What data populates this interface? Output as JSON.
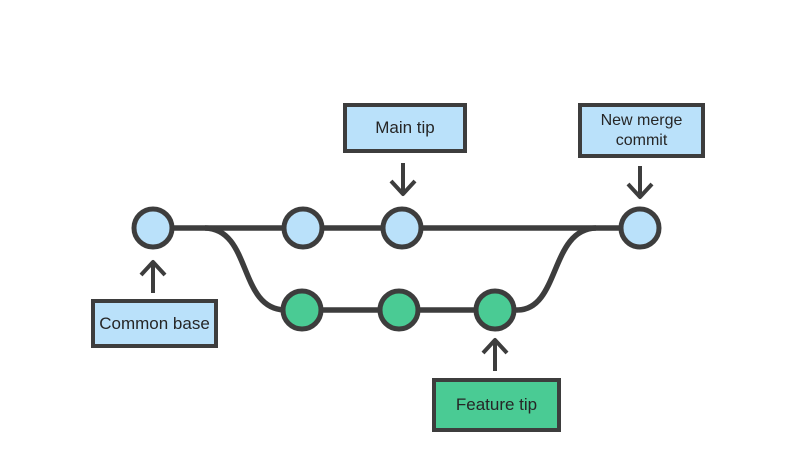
{
  "colors": {
    "blue": "#bae1fa",
    "green": "#4acb94",
    "outline": "#3d3d3d",
    "text": "#262626",
    "background": "#ffffff"
  },
  "annotations": [
    {
      "label": "Main tip",
      "points_to": "main-commit-3",
      "arrow_direction": "down"
    },
    {
      "label": "New merge commit",
      "points_to": "merge-commit",
      "arrow_direction": "down"
    },
    {
      "label": "Common base",
      "points_to": "main-commit-1",
      "arrow_direction": "up"
    },
    {
      "label": "Feature tip",
      "points_to": "feature-commit-3",
      "arrow_direction": "up"
    }
  ],
  "graph": {
    "branches": [
      {
        "id": "main",
        "node_fill": "#bae1fa",
        "commit_count": 4
      },
      {
        "id": "feature",
        "node_fill": "#4acb94",
        "commit_count": 3
      }
    ],
    "description": "Feature branch diverges from common base and merges back into main at a new merge commit"
  }
}
